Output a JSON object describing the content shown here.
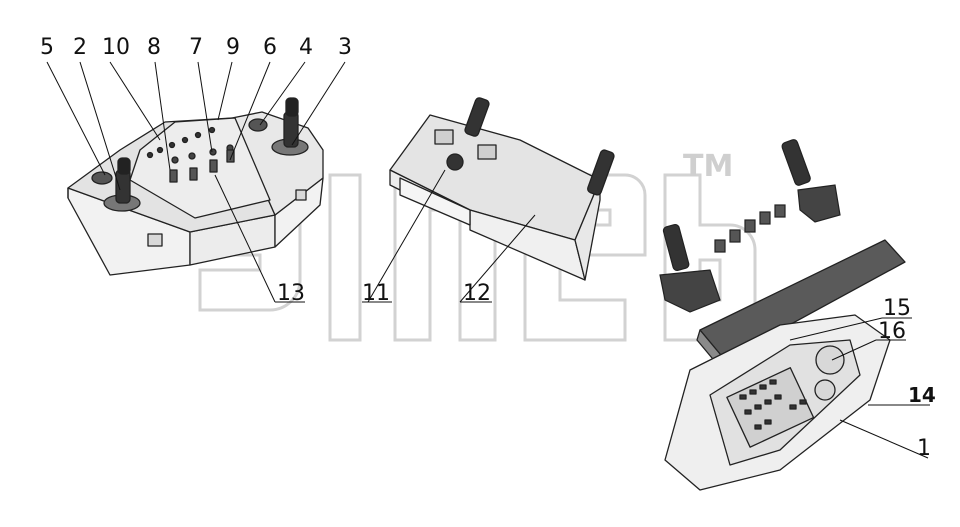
{
  "watermark": {
    "trademark": "TM"
  },
  "callouts": [
    {
      "id": "c5",
      "text": "5"
    },
    {
      "id": "c2",
      "text": "2"
    },
    {
      "id": "c10",
      "text": "10"
    },
    {
      "id": "c8",
      "text": "8"
    },
    {
      "id": "c7",
      "text": "7"
    },
    {
      "id": "c9",
      "text": "9"
    },
    {
      "id": "c6",
      "text": "6"
    },
    {
      "id": "c4",
      "text": "4"
    },
    {
      "id": "c3",
      "text": "3"
    },
    {
      "id": "c13",
      "text": "13"
    },
    {
      "id": "c11",
      "text": "11"
    },
    {
      "id": "c12",
      "text": "12"
    },
    {
      "id": "c15",
      "text": "15"
    },
    {
      "id": "c16",
      "text": "16"
    },
    {
      "id": "c14",
      "text": "14"
    },
    {
      "id": "c1",
      "text": "1"
    }
  ]
}
